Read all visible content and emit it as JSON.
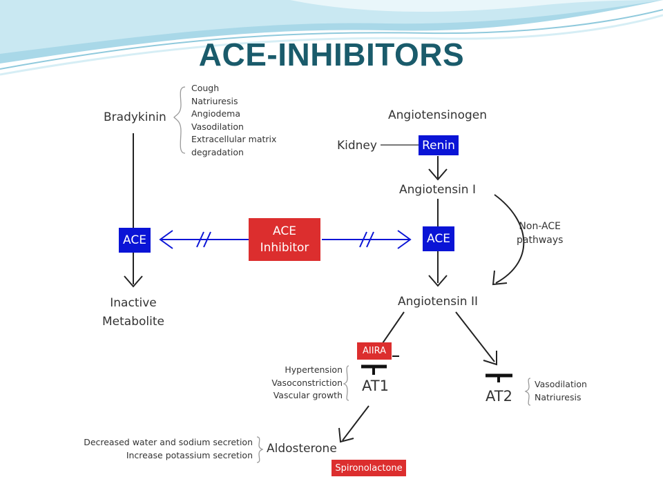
{
  "title": "ACE-INHIBITORS",
  "colors": {
    "title": "#1a5b6b",
    "blue_box": "#0a14d6",
    "red_box": "#dc2e2e",
    "line": "#222222",
    "header_wave": "#a9d8e8"
  },
  "bradykinin": {
    "label": "Bradykinin",
    "effects": [
      "Cough",
      "Natriuresis",
      "Angiodema",
      "Vasodilation",
      "Extracellular matrix",
      "degradation"
    ]
  },
  "ace_left": "ACE",
  "inactive_metabolite": [
    "Inactive",
    "Metabolite"
  ],
  "ace_inhibitor": [
    "ACE",
    "Inhibitor"
  ],
  "angiotensinogen": "Angiotensinogen",
  "kidney": "Kidney",
  "renin": "Renin",
  "angiotensin_1": "Angiotensin I",
  "ace_right": "ACE",
  "non_ace_pathways": [
    "Non-ACE",
    "pathways"
  ],
  "angiotensin_2": "Angiotensin II",
  "aiira": "AIIRA",
  "at1": {
    "label": "AT1",
    "effects": [
      "Hypertension",
      "Vasoconstriction",
      "Vascular growth"
    ]
  },
  "at2": {
    "label": "AT2",
    "effects": [
      "Vasodilation",
      "Natriuresis"
    ]
  },
  "aldosterone": {
    "label": "Aldosterone",
    "effects": [
      "Decreased water and sodium secretion",
      "Increase potassium secretion"
    ]
  },
  "spironolactone": "Spironolactone"
}
